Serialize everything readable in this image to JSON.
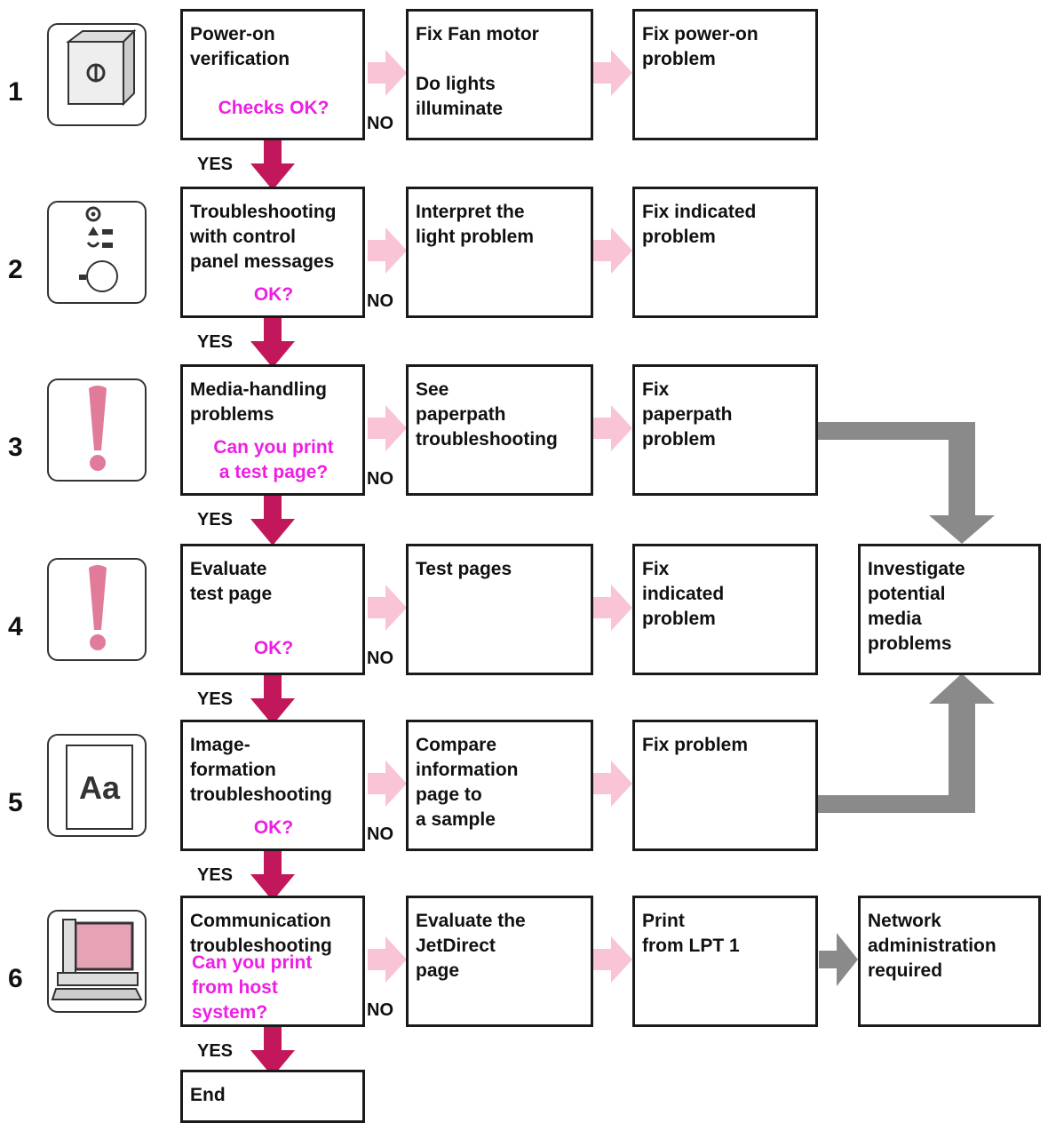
{
  "steps": [
    {
      "number": "1",
      "icon": "power-switch-icon",
      "main": "Power-on\nverification",
      "question": "Checks OK?",
      "middle": "Fix Fan motor\n\nDo lights\nilluminate",
      "right": "Fix power-on\nproblem",
      "no": "NO",
      "yes": "YES"
    },
    {
      "number": "2",
      "icon": "control-panel-icon",
      "main": "Troubleshooting\nwith control\npanel messages",
      "question": "OK?",
      "middle": "Interpret the\nlight problem",
      "right": "Fix indicated\nproblem",
      "no": "NO",
      "yes": "YES"
    },
    {
      "number": "3",
      "icon": "exclamation-icon",
      "main": "Media-handling\nproblems",
      "question": "Can you print\na test page?",
      "middle": "See\npaperpath\ntroubleshooting",
      "right": "Fix\npaperpath\nproblem",
      "no": "NO",
      "yes": "YES"
    },
    {
      "number": "4",
      "icon": "exclamation-icon",
      "main": "Evaluate\ntest page",
      "question": "OK?",
      "middle": "Test pages",
      "right": "Fix\nindicated\nproblem",
      "no": "NO",
      "yes": "YES"
    },
    {
      "number": "5",
      "icon": "print-sample-icon",
      "main": "Image-\nformation\ntroubleshooting",
      "question": "OK?",
      "middle": "Compare\ninformation\npage to\na sample",
      "right": "Fix problem",
      "no": "NO",
      "yes": "YES"
    },
    {
      "number": "6",
      "icon": "computer-icon",
      "main": "Communication\ntroubleshooting",
      "question": "Can you print\nfrom host\nsystem?",
      "middle": "Evaluate the\nJetDirect\npage",
      "right": "Print\nfrom LPT 1",
      "no": "NO",
      "yes": "YES"
    }
  ],
  "investigate": "Investigate\npotential\nmedia\nproblems",
  "network": "Network\nadministration\nrequired",
  "end": "End",
  "icon_text": {
    "sample": "Aa"
  },
  "colors": {
    "question": "#ee1fe3",
    "down_arrow": "#c2185b",
    "right_arrow": "#f9c4d5",
    "gray_arrow": "#8a8a8a"
  }
}
